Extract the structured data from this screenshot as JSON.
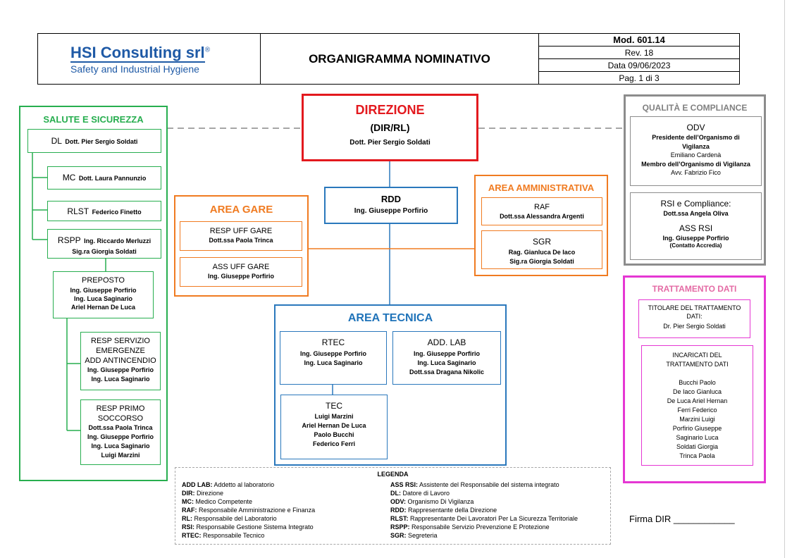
{
  "header": {
    "logo_name": "HSI Consulting srl",
    "logo_reg": "®",
    "logo_tagline": "Safety and Industrial Hygiene",
    "title": "ORGANIGRAMMA NOMINATIVO",
    "mod": "Mod. 601.14",
    "rev": "Rev. 18",
    "date": "Data 09/06/2023",
    "page": "Pag. 1 di 3"
  },
  "salute": {
    "title": "SALUTE E SICUREZZA",
    "dl_label": "DL",
    "dl_name": "Dott. Pier Sergio Soldati",
    "mc_label": "MC",
    "mc_name": "Dott. Laura Pannunzio",
    "rlst_label": "RLST",
    "rlst_name": "Federico Finetto",
    "rspp_label": "RSPP",
    "rspp_name1": "Ing. Riccardo Merluzzi",
    "rspp_name2": "Sig.ra Giorgia Soldati",
    "preposto_title": "PREPOSTO",
    "preposto_names": [
      "Ing. Giuseppe Porfirio",
      "Ing. Luca Saginario",
      "Ariel Hernan De Luca"
    ],
    "emerg_title": [
      "RESP SERVIZIO",
      "EMERGENZE",
      "ADD ANTINCENDIO"
    ],
    "emerg_names": [
      "Ing. Giuseppe Porfirio",
      "Ing. Luca Saginario"
    ],
    "primo_title": [
      "RESP PRIMO",
      "SOCCORSO"
    ],
    "primo_names": [
      "Dott.ssa Paola Trinca",
      "Ing. Giuseppe Porfirio",
      "Ing. Luca Saginario",
      "Luigi Marzini"
    ]
  },
  "direzione": {
    "title": "DIREZIONE",
    "subtitle": "(DIR/RL)",
    "name": "Dott. Pier Sergio Soldati"
  },
  "rdd": {
    "title": "RDD",
    "name": "Ing. Giuseppe Porfirio"
  },
  "gare": {
    "title": "AREA GARE",
    "resp_title": "RESP UFF GARE",
    "resp_name": "Dott.ssa Paola Trinca",
    "ass_title": "ASS UFF GARE",
    "ass_name": "Ing. Giuseppe Porfirio"
  },
  "amministrativa": {
    "title": "AREA AMMINISTRATIVA",
    "raf_title": "RAF",
    "raf_name": "Dott.ssa Alessandra Argenti",
    "sgr_title": "SGR",
    "sgr_name1": "Rag. Gianluca De Iaco",
    "sgr_name2": "Sig.ra Giorgia Soldati"
  },
  "tecnica": {
    "title": "AREA TECNICA",
    "rtec_title": "RTEC",
    "rtec_names": [
      "Ing. Giuseppe Porfirio",
      "Ing. Luca Saginario"
    ],
    "addlab_title": "ADD. LAB",
    "addlab_names": [
      "Ing. Giuseppe Porfirio",
      "Ing. Luca Saginario",
      "Dott.ssa Dragana Nikolic"
    ],
    "tec_title": "TEC",
    "tec_names": [
      "Luigi Marzini",
      "Ariel Hernan De Luca",
      "Paolo Bucchi",
      "Federico Ferri"
    ]
  },
  "qualita": {
    "title": "QUALITÀ E COMPLIANCE",
    "odv_title": "ODV",
    "odv_lines": [
      {
        "text": "Presidente dell’Organismo di",
        "bold": true
      },
      {
        "text": "Vigilanza",
        "bold": true
      },
      {
        "text": "Emiliano Cardenà",
        "bold": false
      },
      {
        "text": "Membro dell’Organismo di Vigilanza",
        "bold": true
      },
      {
        "text": "Avv. Fabrizio Fico",
        "bold": false
      }
    ],
    "rsi_title": "RSI e Compliance:",
    "rsi_name": "Dott.ssa Angela Oliva",
    "assrsi_title": "ASS RSI",
    "assrsi_name": "Ing. Giuseppe Porfirio",
    "assrsi_note": "(Contatto Accredia)"
  },
  "trattamento": {
    "title": "TRATTAMENTO DATI",
    "titolare_title": [
      "TITOLARE DEL TRATTAMENTO",
      "DATI:"
    ],
    "titolare_name": "Dr. Pier Sergio Soldati",
    "incaricati_title": [
      "INCARICATI DEL",
      "TRATTAMENTO DATI"
    ],
    "incaricati_names": [
      "Bucchi Paolo",
      "De Iaco Gianluca",
      "De Luca Ariel Hernan",
      "Ferri Federico",
      "Marzini Luigi",
      "Porfirio Giuseppe",
      "Saginario Luca",
      "Soldati Giorgia",
      "Trinca Paola"
    ]
  },
  "legenda": {
    "title": "LEGENDA",
    "left": [
      {
        "abbr": "ADD LAB:",
        "desc": "Addetto al laboratorio"
      },
      {
        "abbr": "DIR:",
        "desc": "Direzione"
      },
      {
        "abbr": "MC:",
        "desc": "Medico Competente"
      },
      {
        "abbr": "RAF:",
        "desc": "Responsabile Amministrazione e Finanza"
      },
      {
        "abbr": "RL:",
        "desc": "Responsabile del Laboratorio"
      },
      {
        "abbr": "RSI:",
        "desc": "Responsabile Gestione Sistema Integrato"
      },
      {
        "abbr": "RTEC:",
        "desc": "Responsabile Tecnico"
      }
    ],
    "right": [
      {
        "abbr": "ASS RSI:",
        "desc": "Assistente del Responsabile del sistema integrato"
      },
      {
        "abbr": "DL:",
        "desc": "Datore di Lavoro"
      },
      {
        "abbr": "ODV:",
        "desc": "Organismo Di Vigilanza"
      },
      {
        "abbr": "RDD:",
        "desc": "Rappresentante della Direzione"
      },
      {
        "abbr": "RLST:",
        "desc": "Rappresentante Dei Lavoratori Per La Sicurezza Territoriale"
      },
      {
        "abbr": "RSPP:",
        "desc": "Responsabile Servizio Prevenzione E Protezione"
      },
      {
        "abbr": "SGR:",
        "desc": "Segreteria"
      }
    ]
  },
  "firma": "Firma DIR ____________"
}
